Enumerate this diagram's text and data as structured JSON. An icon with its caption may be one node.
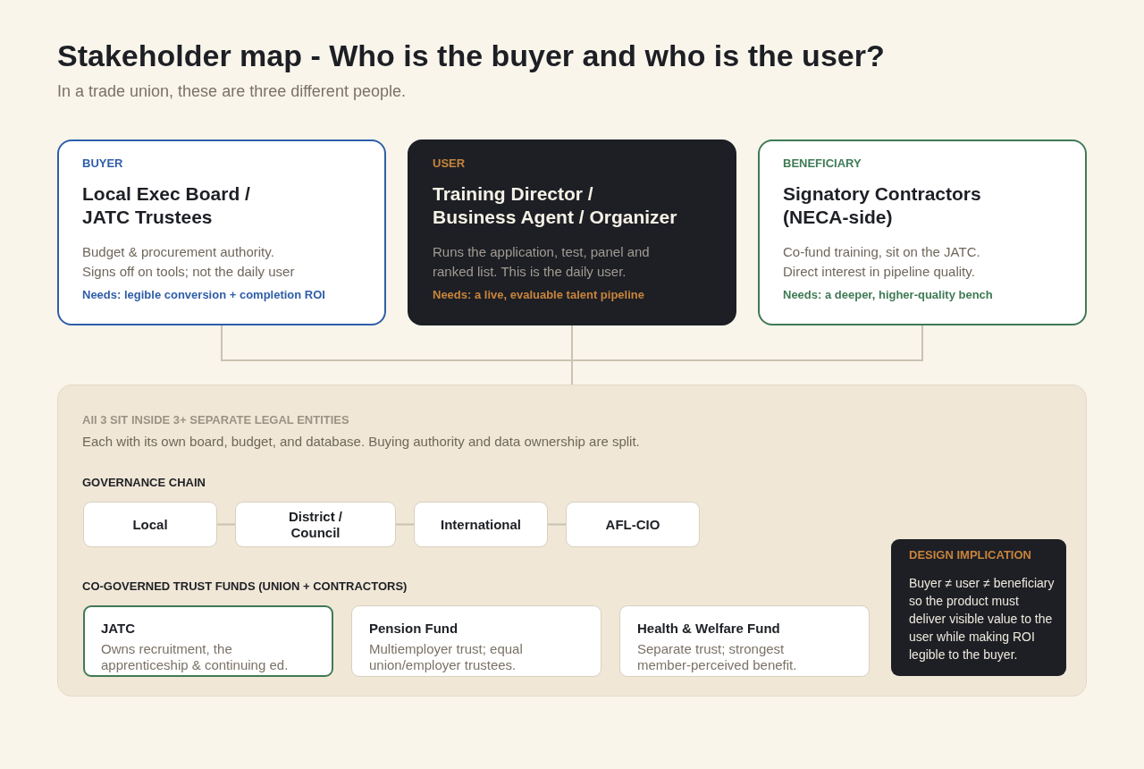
{
  "diagram": {
    "title": "Stakeholder map - Who is the buyer and who is the user?",
    "nodes": [
      {
        "text": [
          "BUYER",
          "Local Exec Board / JATC Trustees",
          "Budget & procurement authority. Signs off on tools; not the daily user",
          "Needs: legible conversion + completion ROI"
        ]
      },
      {
        "text": [
          "USER",
          "Training Director / Business Agent / Organizer",
          "Runs the application, test, panel and ranked list. This is the daily user.",
          "Needs: a live, evaluable talent pipeline"
        ]
      },
      {
        "text": [
          "BENEFICIARY",
          "Signatory Contractors (NECA-side)",
          "Co-fund training, sit on the JATC. Direct interest in pipeline quality.",
          "Needs: a deeper, higher-quality bench"
        ]
      },
      {
        "text": [
          "All 3 SIT INSIDE 3+ SEPARATE LEGAL ENTITIES",
          "Each with its own board, budget, and database. Buying authority and data ownership are split.",
          "GOVERNANCE CHAIN",
          "CO-GOVERNED TRUST FUNDS (UNION + CONTRACTORS)"
        ]
      },
      {
        "text": [
          "Local"
        ],
        "in": 3
      },
      {
        "text": [
          "District / Council"
        ],
        "in": 3
      },
      {
        "text": [
          "International"
        ],
        "in": 3
      },
      {
        "text": [
          "AFL-CIO"
        ],
        "in": 3
      },
      {
        "text": [
          "JATC",
          "Owns recruitment, the apprenticeship & continuing ed."
        ],
        "in": 3
      },
      {
        "text": [
          "Pension Fund",
          "Multiemployer trust; equal union/employer trustees."
        ],
        "in": 3
      },
      {
        "text": [
          "Health & Welfare Fund",
          "Separate trust; strongest member-perceived benefit."
        ],
        "in": 3
      },
      {
        "text": [
          "DESIGN IMPLICATION",
          "Buyer ≠ user ≠ beneficiary so the product must deliver visible value to the user while making ROI legible to the buyer."
        ],
        "in": 3
      }
    ],
    "edges": [
      {
        "from": 0,
        "to": 3,
        "arrow": "none"
      },
      {
        "from": 1,
        "to": 3,
        "arrow": "none"
      },
      {
        "from": 2,
        "to": 3,
        "arrow": "none"
      },
      {
        "from": 4,
        "to": 5,
        "arrow": "none"
      },
      {
        "from": 5,
        "to": 6,
        "arrow": "none"
      },
      {
        "from": 6,
        "to": 7,
        "arrow": "none"
      }
    ],
    "labels": [
      "In a trade union, these are three different people."
    ]
  }
}
